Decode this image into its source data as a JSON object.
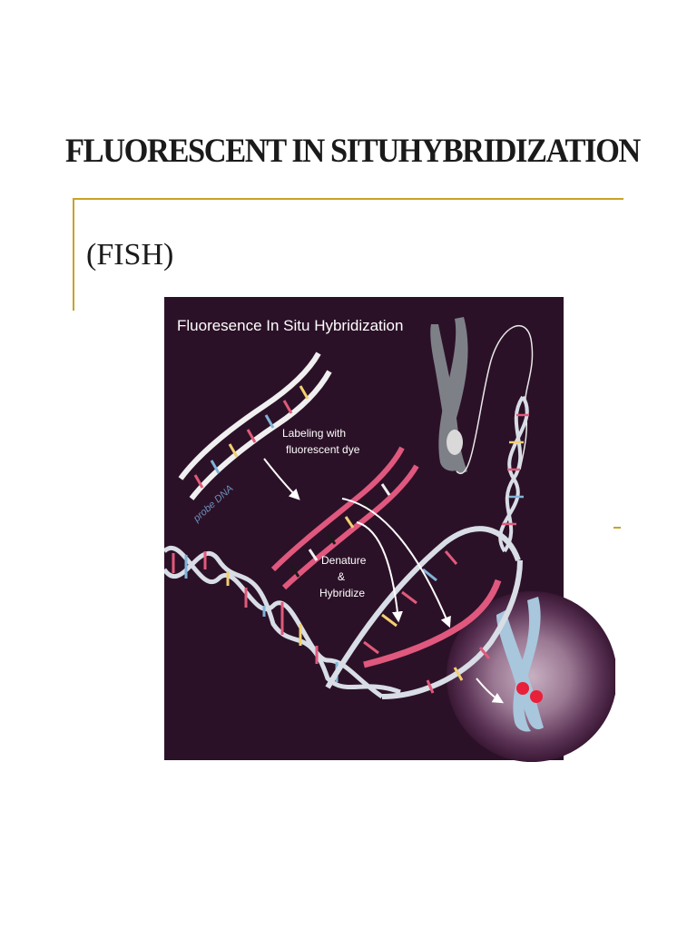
{
  "slide": {
    "title": "FLUORESCENT IN SITUHYBRIDIZATION",
    "subtitle": "(FISH)"
  },
  "figure": {
    "heading": "Fluoresence In Situ Hybridization",
    "probe_label": "probe DNA",
    "step1_line1": "Labeling with",
    "step1_line2": "fluorescent dye",
    "step2_line1": "Denature",
    "step2_line2": "&",
    "step2_line3": "Hybridize"
  },
  "colors": {
    "accent": "#c9a227",
    "figure_background": "#2b1127",
    "probe_label": "#e0487c",
    "fluorescent_signal": "#e8203a"
  }
}
